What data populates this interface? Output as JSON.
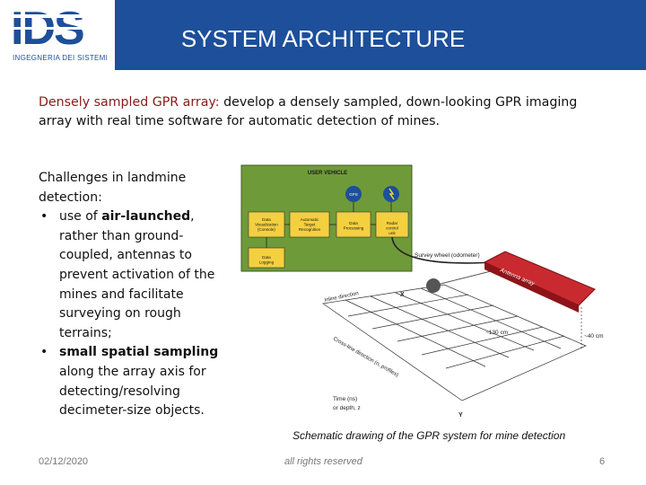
{
  "header": {
    "logo_text": "IDS",
    "logo_subtitle": "INGEGNERIA DEI SISTEMI",
    "title": "SYSTEM ARCHITECTURE"
  },
  "intro": {
    "highlight": "Densely sampled GPR array:",
    "text": " develop a densely sampled, down-looking GPR imaging array with real time software for automatic detection of mines."
  },
  "challenges": {
    "heading": "Challenges in landmine detection:",
    "items": [
      {
        "pre": "use of ",
        "bold": "air-launched",
        "post": ", rather than ground-coupled, antennas to prevent  activation of the mines and facilitate surveying on rough terrains;"
      },
      {
        "pre": "",
        "bold": "small spatial sampling",
        "post": " along the array axis for detecting/resolving decimeter-size objects."
      }
    ]
  },
  "figure": {
    "vehicle_label": "USER VEHICLE",
    "gps": "GPS",
    "boxes": [
      "Data Visualization (Console)",
      "Automatic Target Recognition",
      "Data Processing",
      "Radar control unit",
      "Data Logging"
    ],
    "survey_wheel": "Survey wheel (odometer)",
    "antenna": "Antenna array",
    "inline": "Inline direction",
    "x_axis": "X",
    "crossline": "Cross-line direction (n, profiles)",
    "y_axis": "Y",
    "width_dim": "~130 cm",
    "height_dim": "~40 cm",
    "time": "Time (ns)",
    "depth": "or depth, z",
    "caption": "Schematic drawing of the GPR system for mine detection"
  },
  "footer": {
    "date": "02/12/2020",
    "rights": "all rights reserved",
    "page": "6"
  },
  "colors": {
    "header": "#1d4f9a",
    "highlight": "#8b1a1a",
    "vehicle_green": "#6f9a3a",
    "box_yellow": "#f4d03f",
    "antenna_red": "#b32025"
  }
}
